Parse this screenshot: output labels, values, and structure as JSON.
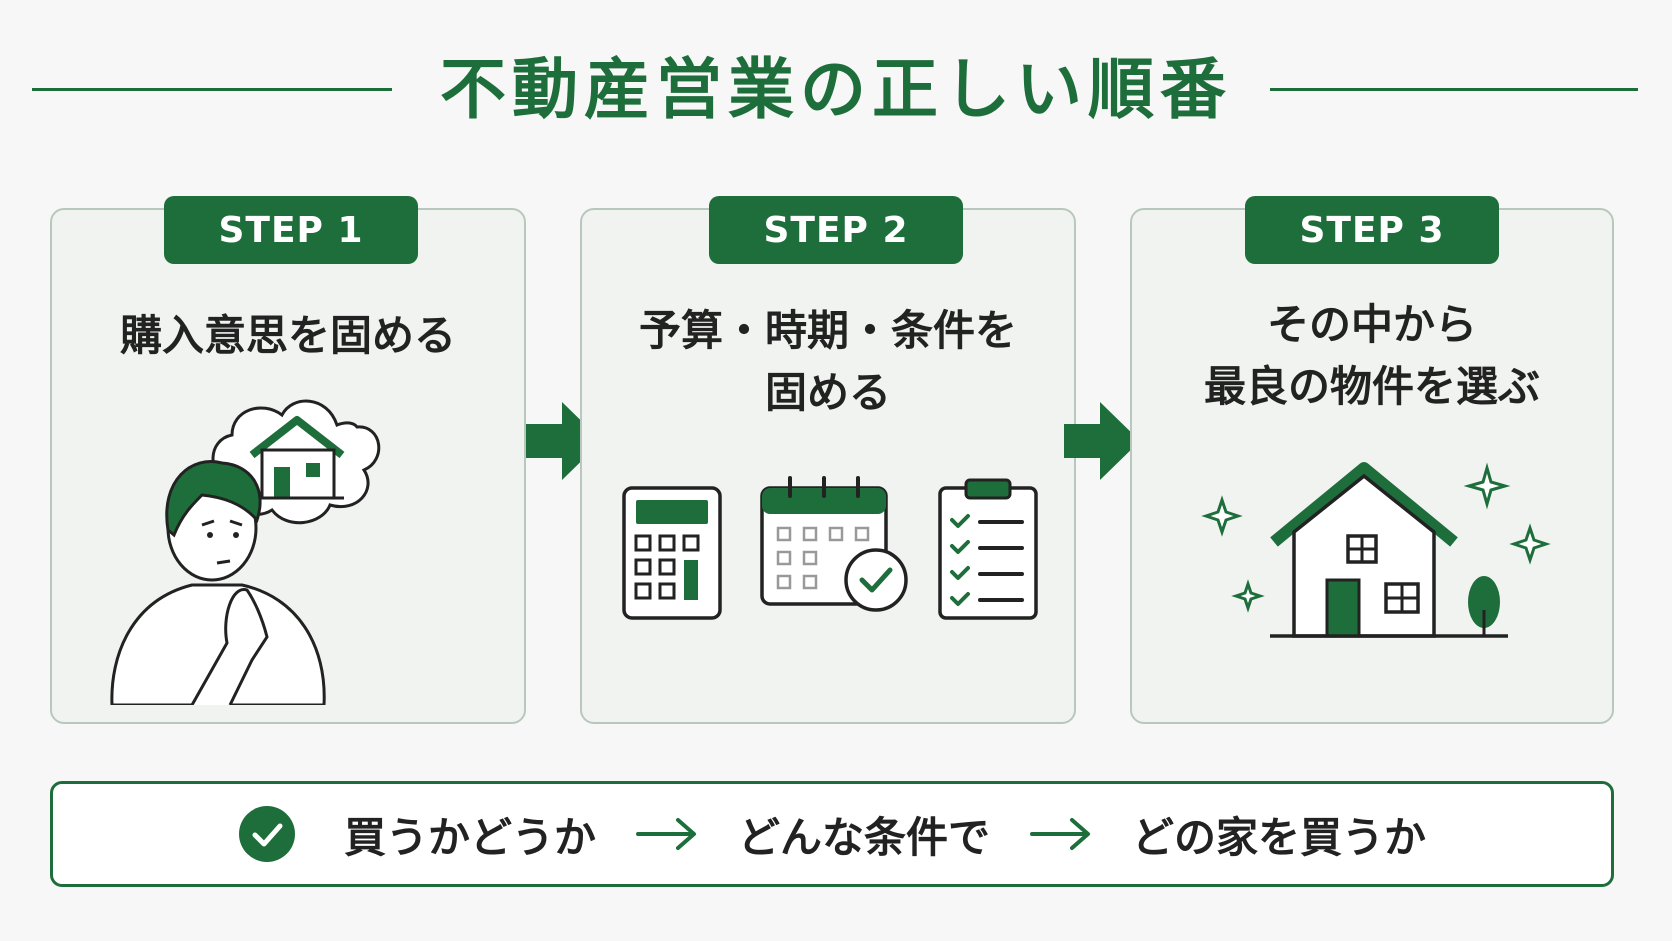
{
  "title": "不動産営業の正しい順番",
  "colors": {
    "accent": "#1e6e3c",
    "card_bg": "#f0f3f0",
    "card_border": "#b9c8bc"
  },
  "steps": [
    {
      "badge": "STEP 1",
      "text": "購入意思を固める",
      "illustration": "thinking-person-house-icon"
    },
    {
      "badge": "STEP 2",
      "text": "予算・時期・条件を\n固める",
      "illustration": [
        "calculator-icon",
        "calendar-check-icon",
        "checklist-icon"
      ]
    },
    {
      "badge": "STEP 3",
      "text": "その中から\n最良の物件を選ぶ",
      "illustration": "house-sparkle-icon"
    }
  ],
  "summary": {
    "icon": "check-circle-icon",
    "items": [
      "買うかどうか",
      "どんな条件で",
      "どの家を買うか"
    ]
  }
}
